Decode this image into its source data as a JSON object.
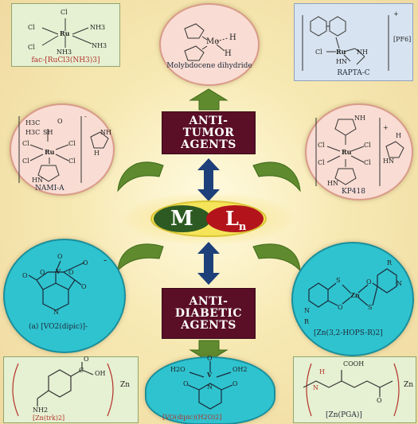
{
  "center": {
    "metal": "M",
    "ligand": "L",
    "ligand_sub": "n"
  },
  "antitumor": {
    "line1": "ANTI-",
    "line2": "TUMOR",
    "line3": "AGENTS"
  },
  "antidiabetic": {
    "line1": "ANTI-",
    "line2": "DIABETIC",
    "line3": "AGENTS"
  },
  "compounds": {
    "ru_ammine": "fac-[RuCl3(NH3)3]",
    "molybdocene": "Molybdocene dihydride",
    "rapta": "RAPTA-C",
    "nami": "NAMI-A",
    "kp418": "KP418",
    "vo2": "(a) [VO2(dipic)]-",
    "zn_hops": "[Zn(3,2-HOPS-R)2]",
    "zn_trk": "[Zn(trk)2]",
    "vo_dipic": "[VO(dipic)(H2O)2]",
    "zn_pga": "[Zn(PGA)]"
  },
  "atoms": {
    "cl": "Cl",
    "ru": "Ru",
    "nh3": "NH3",
    "mo": "Mo",
    "h": "H",
    "pf6": "[PF6]",
    "nh": "NH",
    "hn": "HN",
    "sh": "SH",
    "h3c": "H3C",
    "o": "O",
    "s": "S",
    "zn": "Zn",
    "n": "N",
    "r": "R",
    "v": "V",
    "oh": "OH",
    "oh2": "OH2",
    "h2o": "H2O",
    "c": "C",
    "cooh": "COOH",
    "nh2": "NH2",
    "plus": "+",
    "minus": "-"
  },
  "colors": {
    "agent_bg": "#5a0f27",
    "metal_bg": "#2d5a22",
    "ligand_bg": "#b3141c",
    "arrow": "#1d3f7a",
    "leaf": "#5f8a2e",
    "pink": "#f9dcd3",
    "cyan": "#2fc3cf"
  }
}
